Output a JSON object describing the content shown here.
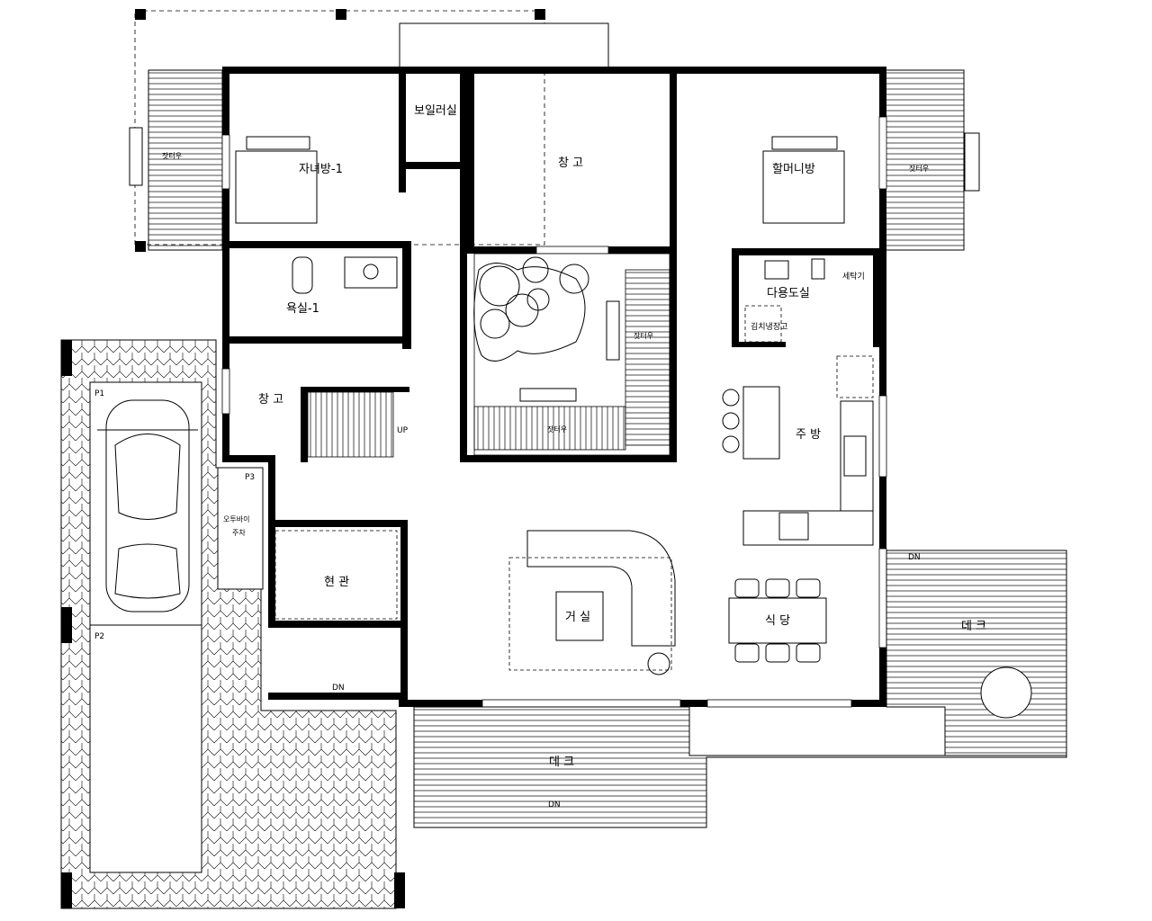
{
  "rooms": {
    "bedroom1": "자녀방-1",
    "boiler": "보일러실",
    "storage_top": "창 고",
    "grandma": "할머니방",
    "bath": "욕실-1",
    "utility": "다용도실",
    "washer": "세탁기",
    "fridge": "김치냉장고",
    "storage_left": "창 고",
    "kitchen": "주 방",
    "living": "거 실",
    "dining": "식 당",
    "entrance": "현 관",
    "deck_right": "데 크",
    "deck_bottom": "데 크"
  },
  "labels": {
    "p1": "P1",
    "p2": "P2",
    "p3": "P3",
    "up": "UP",
    "dn": "DN",
    "eave_left": "잣터우",
    "eave_right": "잣터우",
    "court_left": "잣터우",
    "court_bottom": "잣터우",
    "bike_line1": "오투바이",
    "bike_line2": "주차"
  },
  "colors": {
    "line": "#000000",
    "background": "#ffffff"
  }
}
